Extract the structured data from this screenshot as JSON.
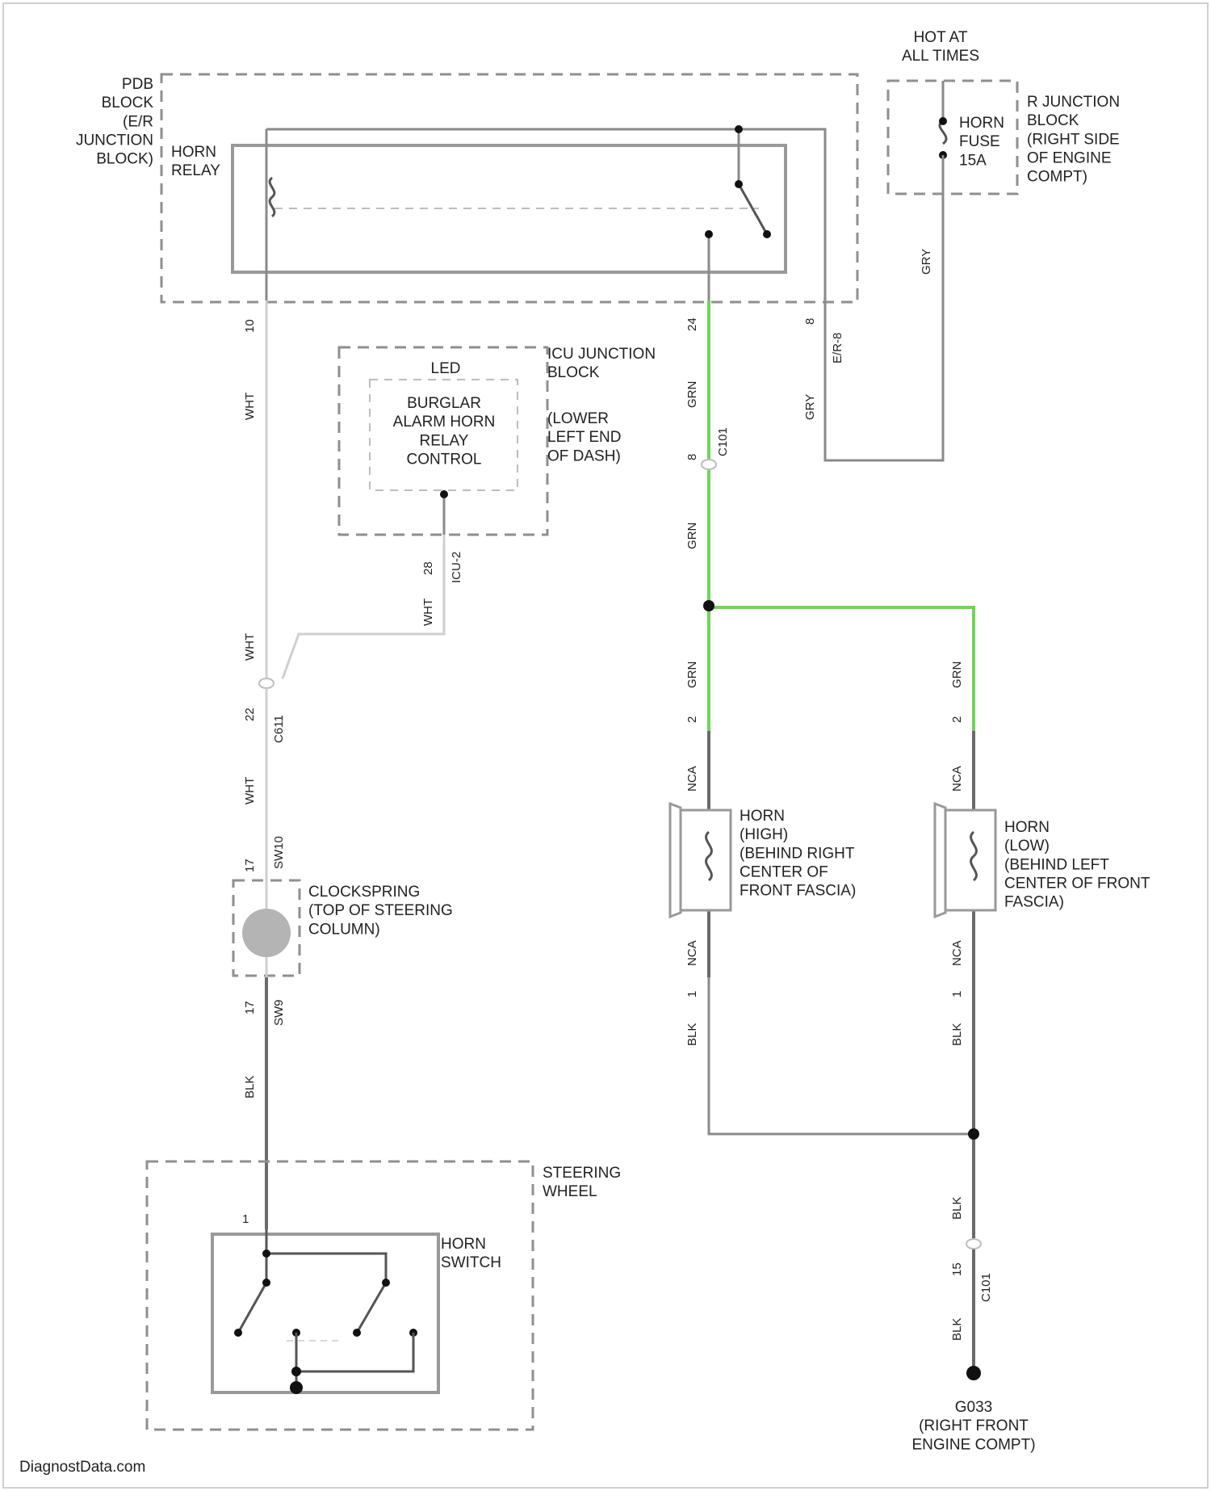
{
  "components": {
    "horn_relay": "HORN\nRELAY",
    "pdb_block": "PDB\nBLOCK\n(E/R\nJUNCTION\nBLOCK)",
    "hot_at_all_times": "HOT AT\nALL TIMES",
    "horn_fuse": "HORN\nFUSE\n15A",
    "r_junction_block": "R JUNCTION\nBLOCK\n(RIGHT SIDE\nOF ENGINE\nCOMPT)",
    "led": "LED",
    "burglar_alarm": "BURGLAR\nALARM HORN\nRELAY\nCONTROL",
    "icu_junction_block": "ICU JUNCTION\nBLOCK",
    "icu_location": "(LOWER\nLEFT END\nOF DASH)",
    "clockspring": "CLOCKSPRING\n(TOP OF STEERING\nCOLUMN)",
    "horn_high": "HORN\n(HIGH)\n(BEHIND RIGHT\nCENTER OF\nFRONT FASCIA)",
    "horn_low": "HORN\n(LOW)\n(BEHIND LEFT\nCENTER OF FRONT\nFASCIA)",
    "steering_wheel": "STEERING\nWHEEL",
    "horn_switch": "HORN\nSWITCH",
    "ground": "G033\n(RIGHT FRONT\nENGINE COMPT)"
  },
  "wire_labels": {
    "relay_left_pin": "10",
    "relay_mid_pin": "24",
    "relay_right_pin": "8",
    "relay_right_conn": "E/R-8",
    "fuse_wire": "GRY",
    "relay_right_wire": "GRY",
    "relay_left_wire": "WHT",
    "grn_1": "GRN",
    "grn_2": "GRN",
    "grn_conn": "C101",
    "grn_conn_pin": "8",
    "icu_pin": "28",
    "icu_conn": "ICU-2",
    "icu_wire": "WHT",
    "white_upper": "WHT",
    "splice_pin": "22",
    "splice_conn": "C611",
    "white_lower": "WHT",
    "clockspring_top_pin": "17",
    "clockspring_top_conn": "SW10",
    "clockspring_bottom_pin": "17",
    "clockspring_bottom_conn": "SW9",
    "blk_left": "BLK",
    "steering_pin": "1",
    "grn_high": "GRN",
    "grn_low": "GRN",
    "high_top_pin": "2",
    "low_top_pin": "2",
    "nca_high_top": "NCA",
    "nca_low_top": "NCA",
    "nca_high_bottom": "NCA",
    "nca_low_bottom": "NCA",
    "high_bottom_pin": "1",
    "low_bottom_pin": "1",
    "blk_high": "BLK",
    "blk_low": "BLK",
    "blk_ground_1": "BLK",
    "ground_conn_pin": "15",
    "ground_conn": "C101",
    "blk_ground_2": "BLK"
  },
  "colors": {
    "highlight_wire": "#6fd45a",
    "wire": "#8a8a8a"
  },
  "watermark": "DiagnostData.com"
}
